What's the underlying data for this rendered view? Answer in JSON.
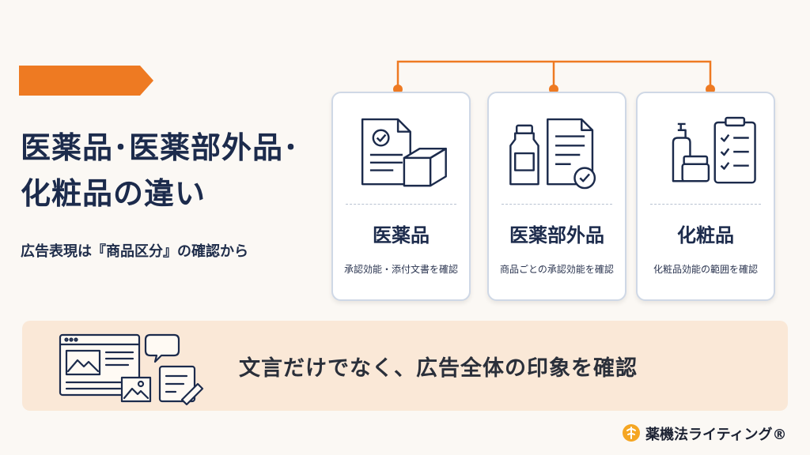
{
  "title": {
    "line1": "医薬品･医薬部外品･",
    "line2": "化粧品の違い"
  },
  "subtitle": "広告表現は『商品区分』の確認から",
  "colors": {
    "accent": "#ee7a22",
    "navy": "#1c2b4c",
    "banner": "#fae8d7"
  },
  "cards": [
    {
      "name": "医薬品",
      "desc": "承認効能・添付文書を確認",
      "icon": "document-and-box-icon"
    },
    {
      "name": "医薬部外品",
      "desc": "商品ごとの承認効能を確認",
      "icon": "bottle-and-document-check-icon"
    },
    {
      "name": "化粧品",
      "desc": "化粧品効能の範囲を確認",
      "icon": "cosmetics-and-checklist-icon"
    }
  ],
  "banner": {
    "message": "文言だけでなく、広告全体の印象を確認",
    "icon": "web-ad-illustration-icon"
  },
  "brand": {
    "name": "薬機法ライティング®",
    "icon": "brand-mark-icon"
  }
}
